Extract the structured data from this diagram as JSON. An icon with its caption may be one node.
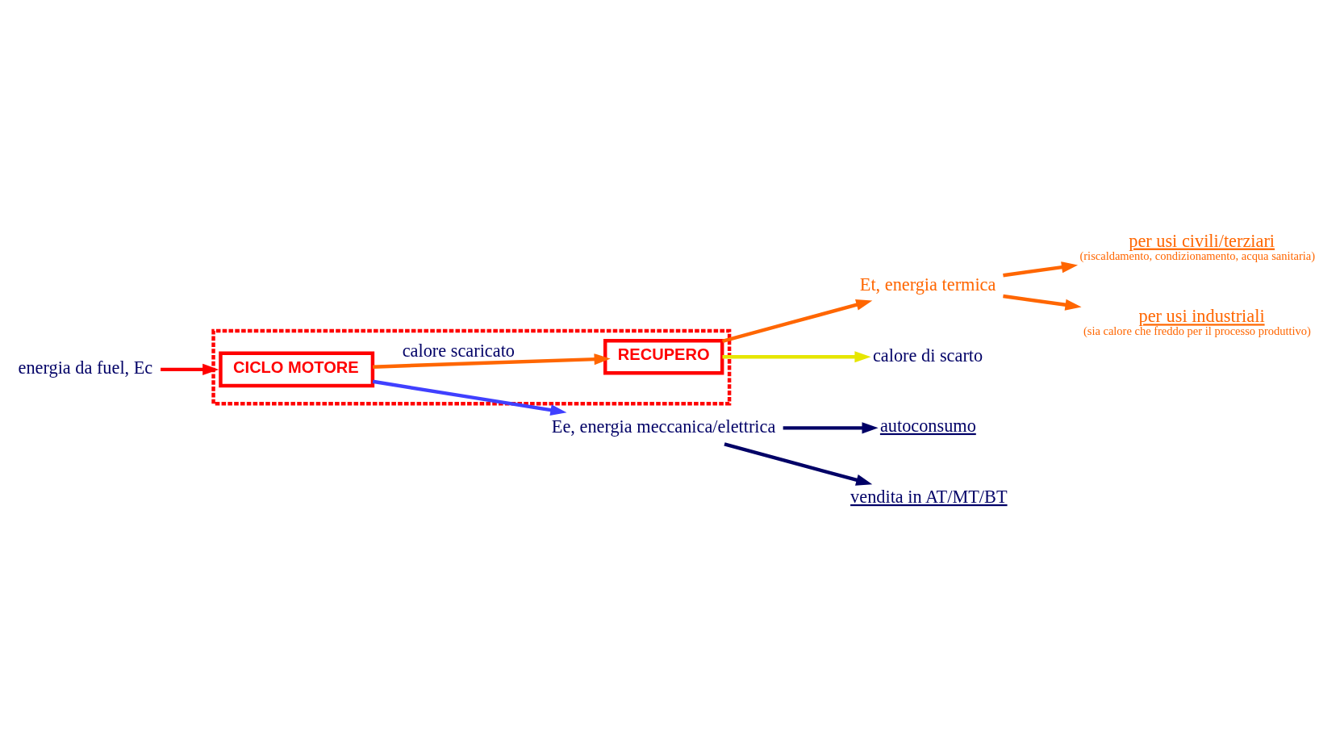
{
  "diagram": {
    "nodes": [
      {
        "text": [],
        "shape": "box"
      },
      {
        "text": [
          "CICLO MOTORE"
        ],
        "in": 0
      },
      {
        "text": [
          "RECUPERO"
        ],
        "in": 0
      },
      {
        "text": [
          "energia da fuel, Ec"
        ]
      },
      {
        "text": [
          "Ee, energia meccanica/elettrica"
        ]
      },
      {
        "text": [
          "autoconsumo"
        ]
      },
      {
        "text": [
          "vendita in AT/MT/BT"
        ]
      },
      {
        "text": [
          "Et, energia termica"
        ]
      },
      {
        "text": [
          "per usi civili/terziari",
          "(riscaldamento, condizionamento, acqua sanitaria)"
        ]
      },
      {
        "text": [
          "per usi industriali",
          "(sia calore che freddo per il processo produttivo)"
        ]
      },
      {
        "text": [
          "calore di scarto"
        ]
      }
    ],
    "edges": [
      {
        "from": 3,
        "to": 0,
        "arrow": "to",
        "color": "#ff0000"
      },
      {
        "from": 1,
        "to": 4,
        "arrow": "to",
        "color": "#4040ff"
      },
      {
        "from": 1,
        "to": 2,
        "arrow": "to",
        "color": "#ff6600",
        "label": "calore scaricato"
      },
      {
        "from": 4,
        "to": 5,
        "arrow": "to",
        "color": "#000066"
      },
      {
        "from": 4,
        "to": 6,
        "arrow": "to",
        "color": "#000066"
      },
      {
        "from": 2,
        "to": 7,
        "arrow": "to",
        "color": "#ff6600"
      },
      {
        "from": 7,
        "to": 8,
        "arrow": "to",
        "color": "#ff6600"
      },
      {
        "from": 7,
        "to": 9,
        "arrow": "to",
        "color": "#ff6600"
      },
      {
        "from": 2,
        "to": 10,
        "arrow": "to",
        "color": "#e6e600"
      }
    ]
  }
}
